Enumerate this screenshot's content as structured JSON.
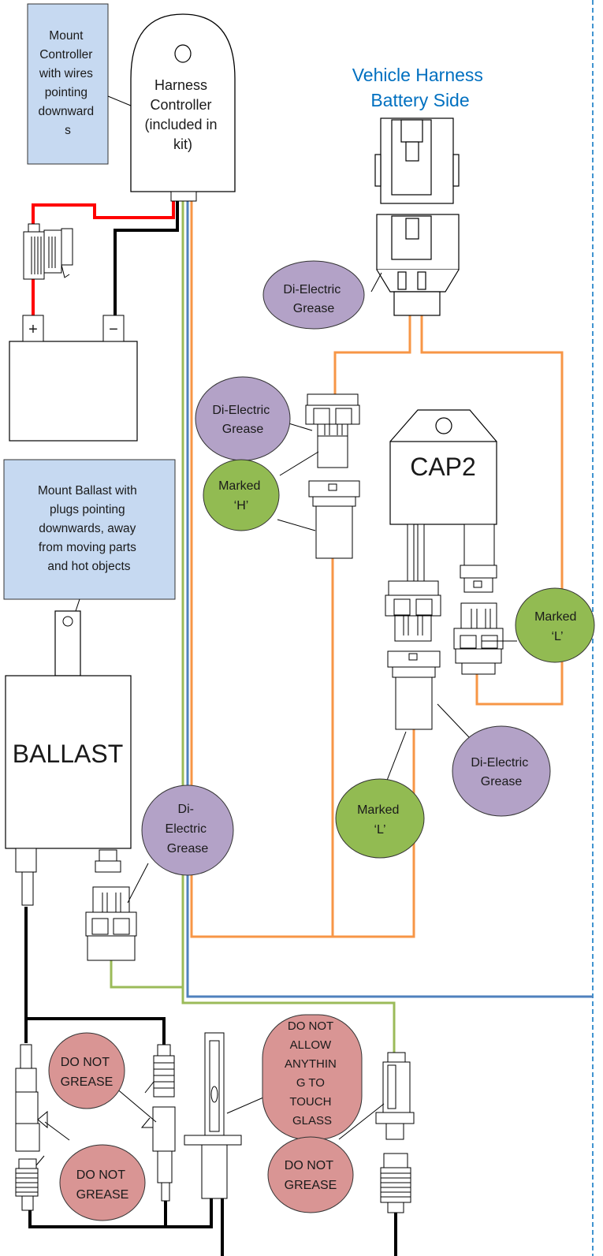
{
  "notes": {
    "mount_controller": [
      "Mount",
      "Controller",
      "with wires",
      "pointing",
      "downward",
      "s"
    ],
    "mount_ballast": [
      "Mount Ballast with",
      "plugs pointing",
      "downwards, away",
      "from moving parts",
      "and hot objects"
    ]
  },
  "controller": {
    "lines": [
      "Harness",
      "Controller",
      "(included in",
      "kit)"
    ]
  },
  "vehicle_harness": {
    "lines": [
      "Vehicle Harness",
      "Battery Side"
    ]
  },
  "cap2": {
    "label": "CAP2"
  },
  "ballast": {
    "label": "BALLAST"
  },
  "battery": {
    "plus": "+",
    "minus": "−"
  },
  "grease_labels": {
    "g1": [
      "Di-Electric",
      "Grease"
    ],
    "g2": [
      "Di-Electric",
      "Grease"
    ],
    "g3": [
      "Di-Electric",
      "Grease"
    ],
    "g4": [
      "Di-",
      "Electric",
      "Grease"
    ]
  },
  "marked_labels": {
    "h": [
      "Marked",
      "‘H’"
    ],
    "l1": [
      "Marked",
      "‘L’"
    ],
    "l2": [
      "Marked",
      "‘L’"
    ]
  },
  "warnings": {
    "w1": [
      "DO NOT",
      "GREASE"
    ],
    "w2": [
      "DO NOT",
      "GREASE"
    ],
    "w3": [
      "DO NOT",
      "ALLOW",
      "ANYTHIN",
      "G TO",
      "TOUCH",
      "GLASS"
    ],
    "w4": [
      "DO NOT",
      "GREASE"
    ]
  },
  "colors": {
    "note_fill": "#c6d9f1",
    "grease_fill": "#b3a2c7",
    "marked_fill": "#92bb52",
    "warning_fill": "#d99594",
    "orange_wire": "#f79646",
    "green_wire": "#9bbb59",
    "blue_wire": "#4f81bd",
    "red_wire": "#ff0000",
    "vehicle_text": "#0070c0",
    "dashed_border": "#0070c0"
  }
}
